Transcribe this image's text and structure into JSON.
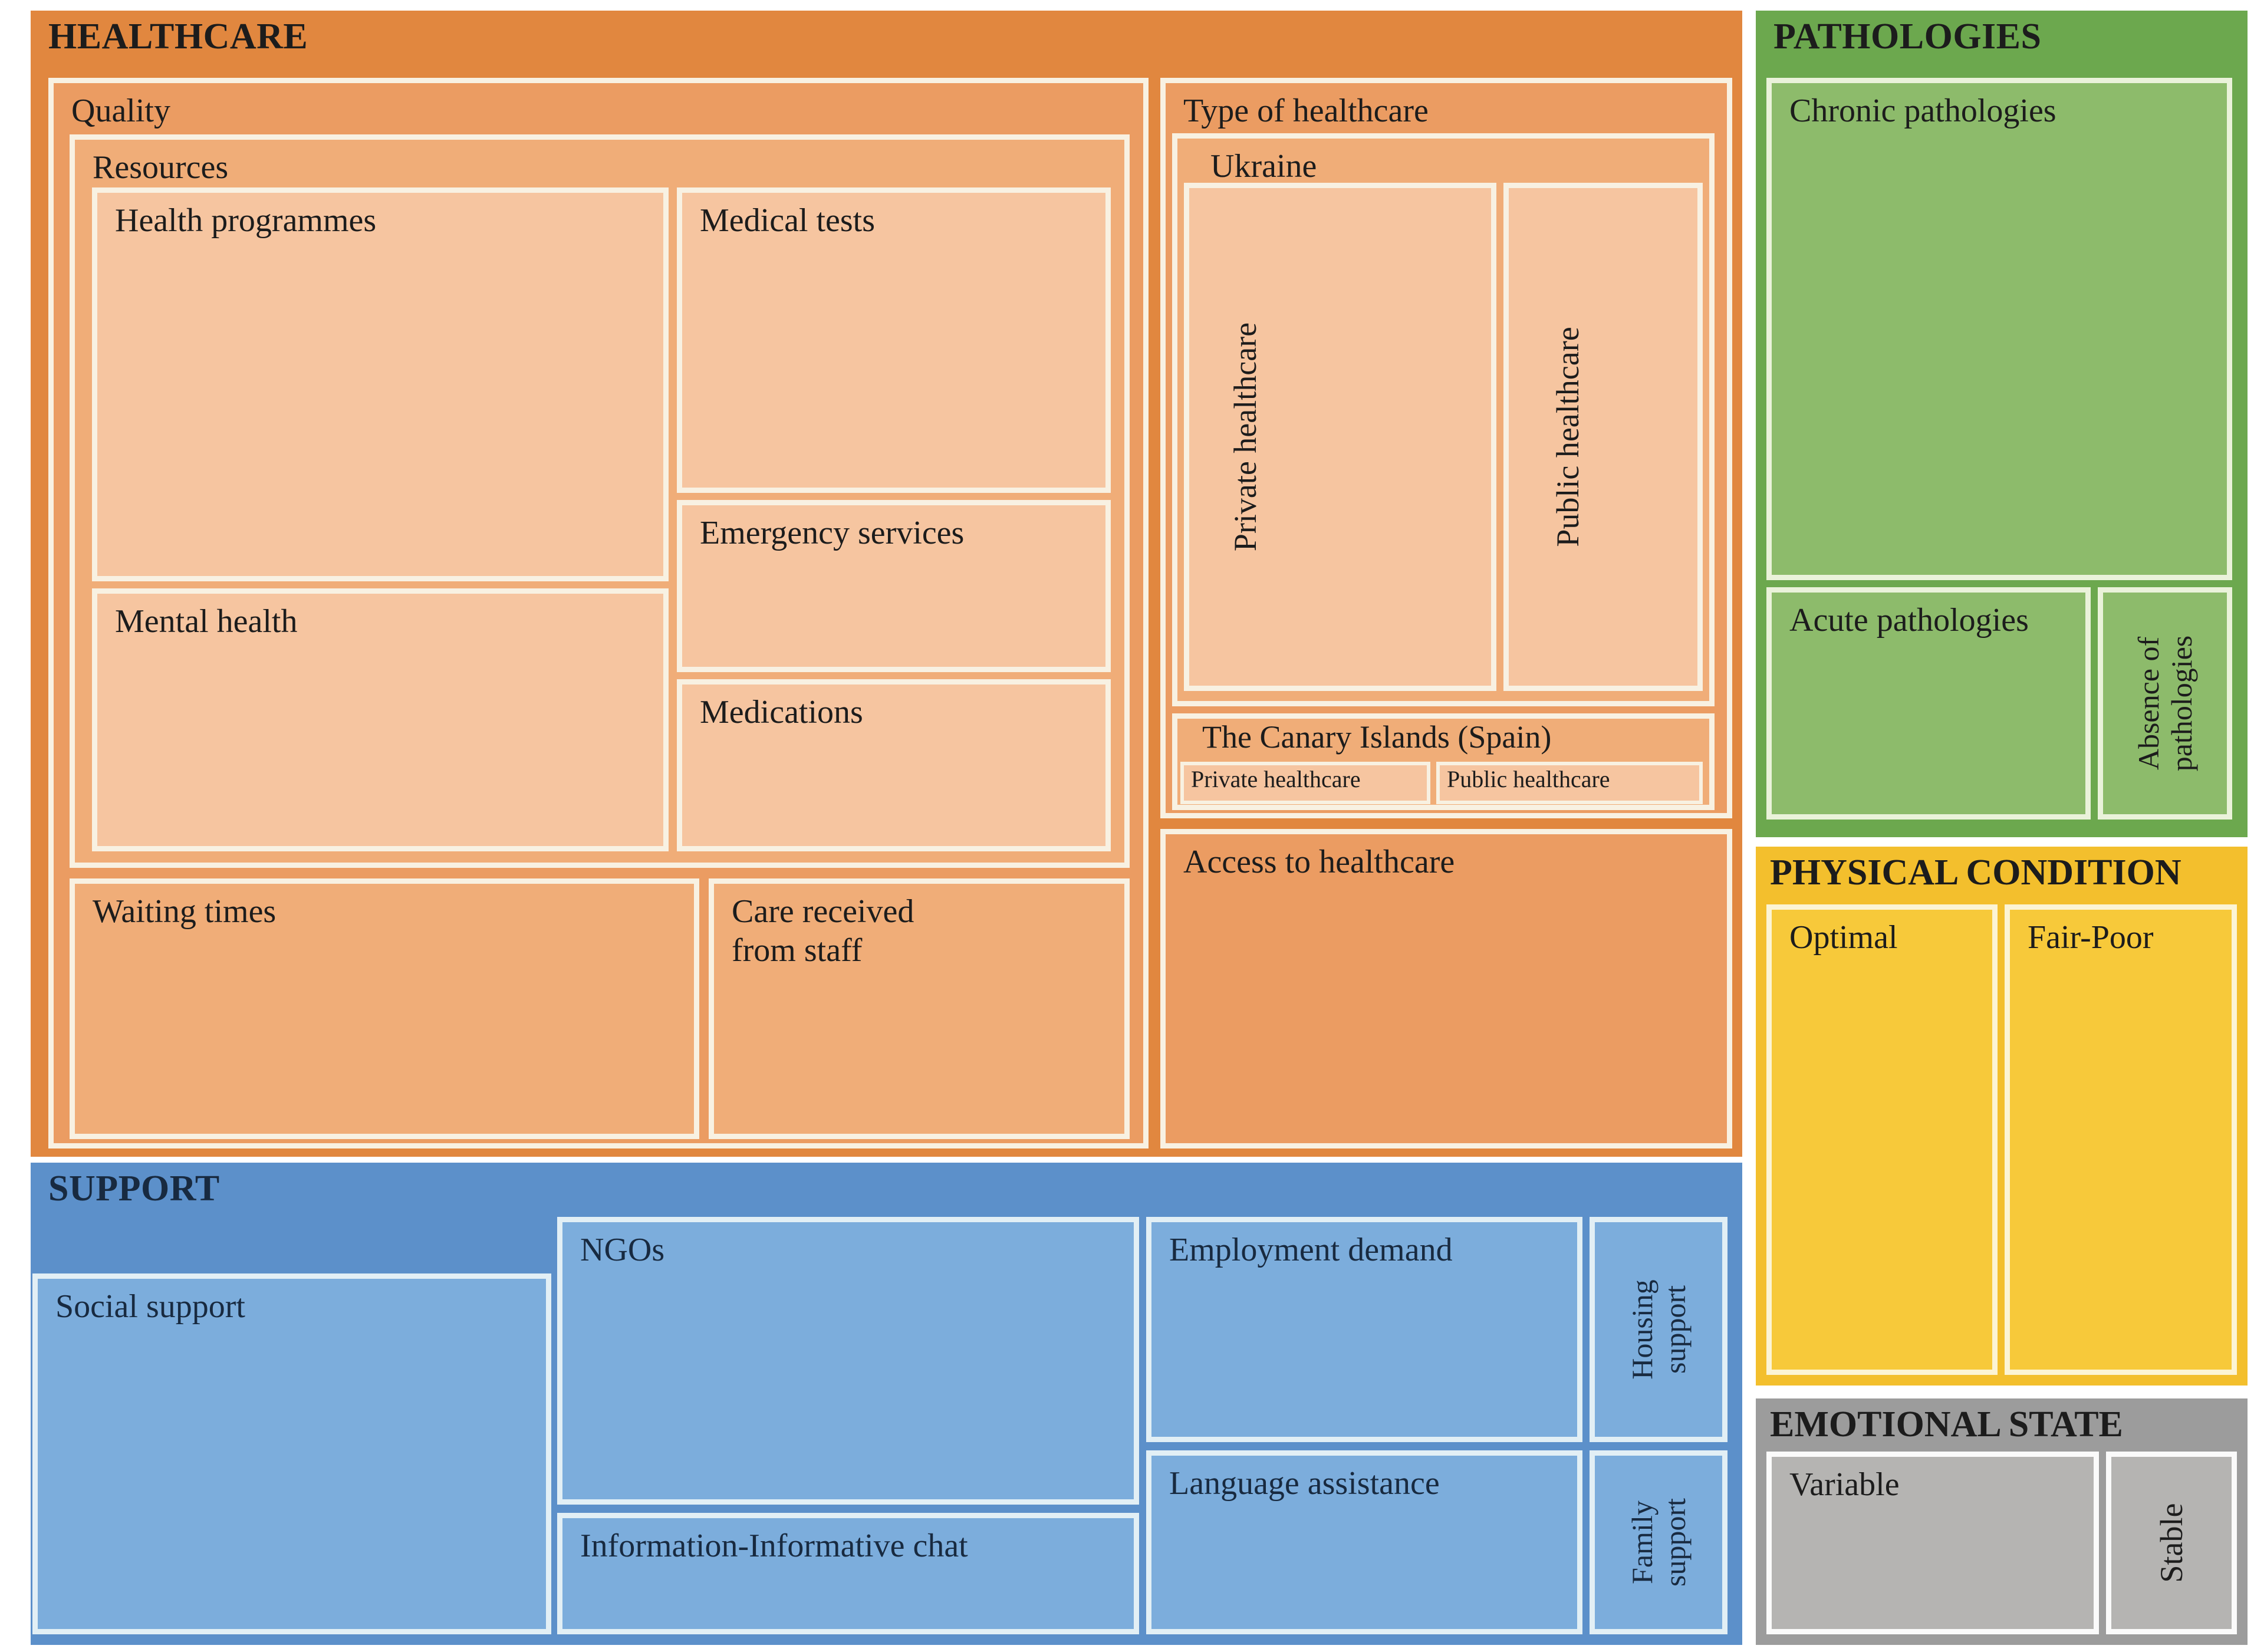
{
  "palette": {
    "healthcare_bg": "#E1873F",
    "healthcare_level1": "#EB9C62",
    "healthcare_level2": "#F0AD78",
    "healthcare_leaf": "#F6C5A0",
    "support_bg": "#5C90CA",
    "support_box": "#7CADDC",
    "pathologies_bg": "#6CA84E",
    "pathologies_box": "#8DBB6B",
    "physical_bg": "#F3BF2D",
    "physical_box": "#F7C93A",
    "emotional_bg": "#9C9C9C",
    "emotional_box": "#B5B4B2",
    "border": "#F8F1E2",
    "text": "#1C1C1C"
  },
  "chart_data": {
    "type": "treemap",
    "note": "Qualitative treemap of interview themes; no numeric labels shown in figure. area_pct values are estimated percentages of total figure area.",
    "layout": {
      "left_column": [
        "HEALTHCARE",
        "SUPPORT"
      ],
      "right_column": [
        "PATHOLOGIES",
        "PHYSICAL CONDITION",
        "EMOTIONAL STATE"
      ]
    },
    "nodes": [
      {
        "label": "HEALTHCARE",
        "fill": "#E1873F",
        "area_pct": 52.7,
        "children": [
          {
            "label": "Quality",
            "fill": "#EB9C62",
            "area_pct": 31.6,
            "children": [
              {
                "label": "Resources",
                "fill": "#F0AD78",
                "area_pct": 20.9,
                "children": [
                  {
                    "label": "Health programmes",
                    "fill": "#F6C5A0",
                    "area_pct": 6.1
                  },
                  {
                    "label": "Mental health",
                    "fill": "#F6C5A0",
                    "area_pct": 4.1
                  },
                  {
                    "label": "Medical tests",
                    "fill": "#F6C5A0",
                    "area_pct": 3.6
                  },
                  {
                    "label": "Emergency services",
                    "fill": "#F6C5A0",
                    "area_pct": 2.0
                  },
                  {
                    "label": "Medications",
                    "fill": "#F6C5A0",
                    "area_pct": 2.0
                  }
                ]
              },
              {
                "label": "Waiting times",
                "fill": "#F0AD78",
                "area_pct": 4.4
              },
              {
                "label": "Care received from staff",
                "fill": "#F0AD78",
                "area_pct": 2.9
              }
            ]
          },
          {
            "label": "Type of healthcare",
            "fill": "#EB9C62",
            "area_pct": 11.4,
            "children": [
              {
                "label": "Ukraine",
                "fill": "#F0AD78",
                "area_pct": 8.4,
                "children": [
                  {
                    "label": "Private healthcare",
                    "fill": "#F6C5A0",
                    "area_pct": 4.4,
                    "text_rotated": true
                  },
                  {
                    "label": "Public healthcare",
                    "fill": "#F6C5A0",
                    "area_pct": 2.6,
                    "text_rotated": true
                  }
                ]
              },
              {
                "label": "The Canary Islands (Spain)",
                "fill": "#F0AD78",
                "area_pct": 1.4,
                "children": [
                  {
                    "label": "Private healthcare",
                    "fill": "#F6C5A0",
                    "area_pct": 0.3
                  },
                  {
                    "label": "Public healthcare",
                    "fill": "#F6C5A0",
                    "area_pct": 0.3
                  }
                ]
              }
            ]
          },
          {
            "label": "Access to healthcare",
            "fill": "#EB9C62",
            "area_pct": 4.9
          }
        ]
      },
      {
        "label": "SUPPORT",
        "fill": "#5C90CA",
        "area_pct": 22.0,
        "children": [
          {
            "label": "Social support",
            "fill": "#7CADDC",
            "area_pct": 4.7
          },
          {
            "label": "NGOs",
            "fill": "#7CADDC",
            "area_pct": 4.4
          },
          {
            "label": "Information-Informative chat",
            "fill": "#7CADDC",
            "area_pct": 1.9
          },
          {
            "label": "Employment demand",
            "fill": "#7CADDC",
            "area_pct": 2.6
          },
          {
            "label": "Language assistance",
            "fill": "#7CADDC",
            "area_pct": 2.2
          },
          {
            "label": "Housing support",
            "fill": "#7CADDC",
            "area_pct": 0.8,
            "text_rotated": true
          },
          {
            "label": "Family support",
            "fill": "#7CADDC",
            "area_pct": 0.7,
            "text_rotated": true
          }
        ]
      },
      {
        "label": "PATHOLOGIES",
        "fill": "#6CA84E",
        "area_pct": 11.0,
        "children": [
          {
            "label": "Chronic pathologies",
            "fill": "#8DBB6B",
            "area_pct": 6.3
          },
          {
            "label": "Acute pathologies",
            "fill": "#8DBB6B",
            "area_pct": 2.1
          },
          {
            "label": "Absence of pathologies",
            "fill": "#8DBB6B",
            "area_pct": 0.8,
            "text_rotated": true
          }
        ]
      },
      {
        "label": "PHYSICAL CONDITION",
        "fill": "#F3BF2D",
        "area_pct": 7.1,
        "children": [
          {
            "label": "Optimal",
            "fill": "#F7C93A",
            "area_pct": 2.9
          },
          {
            "label": "Fair-Poor",
            "fill": "#F7C93A",
            "area_pct": 2.9
          }
        ]
      },
      {
        "label": "EMOTIONAL STATE",
        "fill": "#9C9C9C",
        "area_pct": 3.3,
        "children": [
          {
            "label": "Variable",
            "fill": "#B5B4B2",
            "area_pct": 1.6
          },
          {
            "label": "Stable",
            "fill": "#B5B4B2",
            "area_pct": 0.6,
            "text_rotated": true
          }
        ]
      }
    ]
  }
}
